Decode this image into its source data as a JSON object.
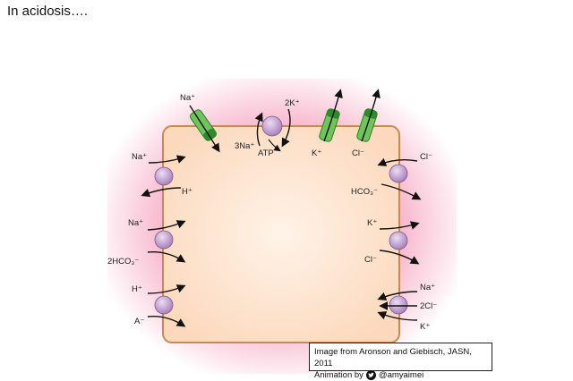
{
  "page": {
    "title": "In acidosis…."
  },
  "labels": {
    "top_na": "Na⁺",
    "top_3na": "3Na⁺",
    "top_2k": "2K⁺",
    "top_atp": "ATP",
    "top_k": "K⁺",
    "top_cl": "Cl⁻",
    "l1_na": "Na⁺",
    "l1_h": "H⁺",
    "l2_na": "Na⁺",
    "l2_hco3": "2HCO₃⁻",
    "l3_h": "H⁺",
    "l3_a": "A⁻",
    "r1_cl": "Cl⁻",
    "r1_hco3": "HCO₃⁻",
    "r2_k": "K⁺",
    "r2_cl": "Cl⁻",
    "r3_na": "Na⁺",
    "r3_2cl": "2Cl⁻",
    "r3_k": "K⁺"
  },
  "credit": {
    "line1": "Image from Aronson and Giebisch, JASN, 2011",
    "line2_prefix": "Animation by",
    "handle": "@amyaimei"
  },
  "colors": {
    "cell_fill": "#fde4cf",
    "cell_border": "#c98a52",
    "glow": "#f7a7c2",
    "transporter": "#c6a3d4",
    "channel": "#59b54a"
  },
  "icons": {
    "twitter": "twitter-bird-icon"
  }
}
